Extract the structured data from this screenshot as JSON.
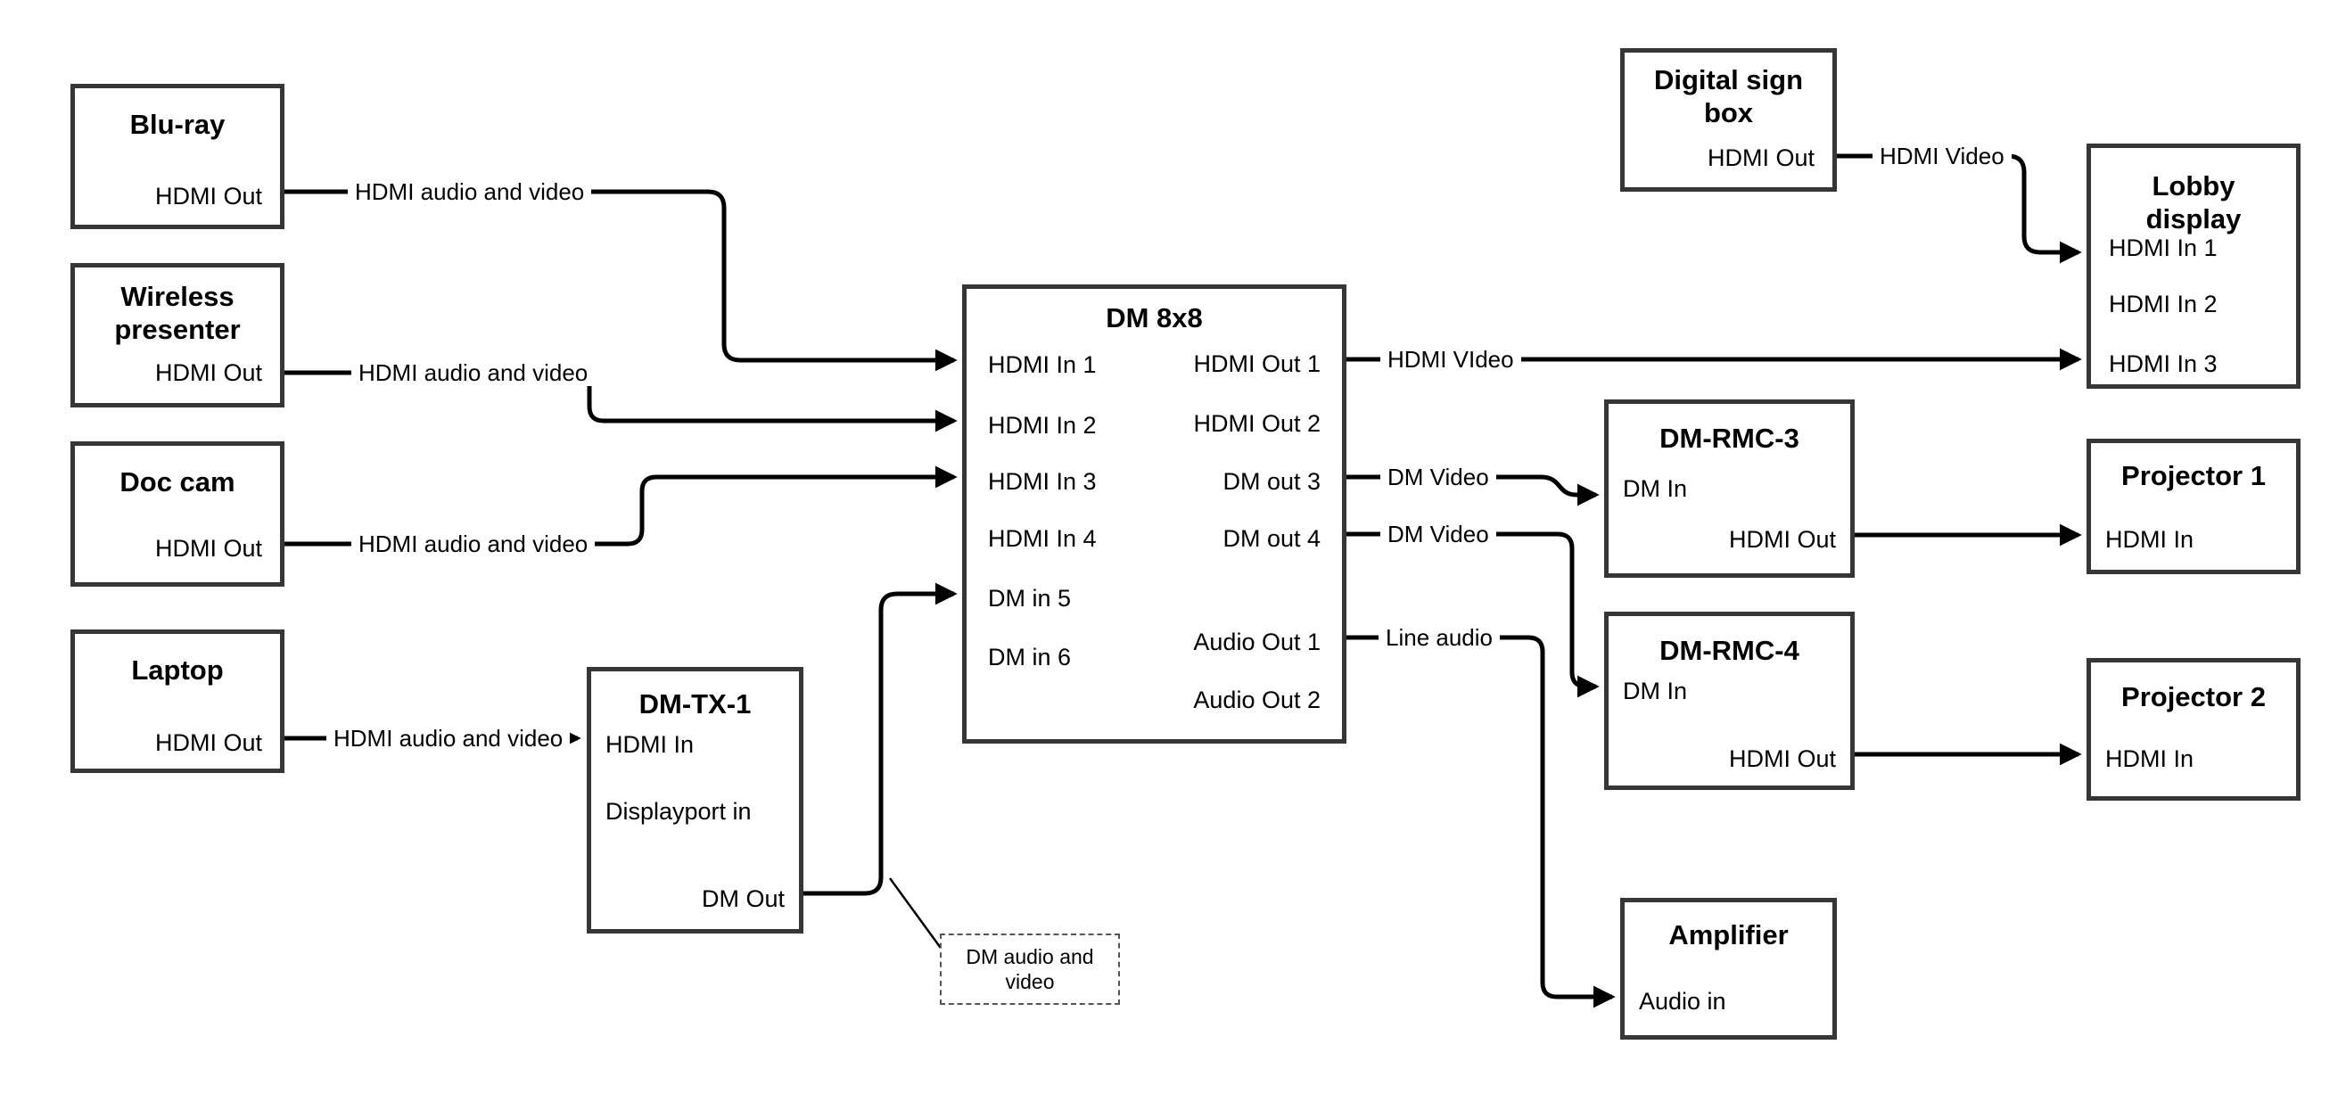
{
  "devices": {
    "bluray": {
      "title": "Blu-ray",
      "port_hdmi_out": "HDMI Out"
    },
    "wireless_presenter": {
      "title": "Wireless presenter",
      "port_hdmi_out": "HDMI Out"
    },
    "doc_cam": {
      "title": "Doc cam",
      "port_hdmi_out": "HDMI Out"
    },
    "laptop": {
      "title": "Laptop",
      "port_hdmi_out": "HDMI Out"
    },
    "dm_tx_1": {
      "title": "DM-TX-1",
      "port_hdmi_in": "HDMI In",
      "port_displayport_in": "Displayport in",
      "port_dm_out": "DM Out"
    },
    "dm_8x8": {
      "title": "DM 8x8",
      "inputs": [
        "HDMI In 1",
        "HDMI In 2",
        "HDMI In 3",
        "HDMI In 4",
        "DM in 5",
        "DM in 6"
      ],
      "outputs": [
        "HDMI Out 1",
        "HDMI Out 2",
        "DM out 3",
        "DM out 4",
        "Audio Out 1",
        "Audio Out 2"
      ]
    },
    "digital_sign_box": {
      "title": "Digital sign box",
      "port_hdmi_out": "HDMI Out"
    },
    "lobby_display": {
      "title": "Lobby display",
      "inputs": [
        "HDMI In 1",
        "HDMI In 2",
        "HDMI In 3"
      ]
    },
    "dm_rmc_3": {
      "title": "DM-RMC-3",
      "port_dm_in": "DM In",
      "port_hdmi_out": "HDMI Out"
    },
    "projector_1": {
      "title": "Projector 1",
      "port_hdmi_in": "HDMI In"
    },
    "dm_rmc_4": {
      "title": "DM-RMC-4",
      "port_dm_in": "DM In",
      "port_hdmi_out": "HDMI Out"
    },
    "projector_2": {
      "title": "Projector 2",
      "port_hdmi_in": "HDMI In"
    },
    "amplifier": {
      "title": "Amplifier",
      "port_audio_in": "Audio in"
    }
  },
  "connection_labels": {
    "bluray_line": "HDMI audio and video",
    "wireless_line": "HDMI audio and video",
    "doc_cam_line": "HDMI audio and video",
    "laptop_line": "HDMI audio and video",
    "hdmi_out_1_line": "HDMI VIdeo",
    "dm_out_3_line": "DM Video",
    "dm_out_4_line": "DM Video",
    "audio_out_1_line": "Line audio",
    "sign_box_line": "HDMI Video",
    "dm_out_callout": "DM audio and video"
  },
  "colors": {
    "wire": "#000000",
    "box_border": "#363636",
    "background": "#ffffff",
    "text": "#000000"
  }
}
